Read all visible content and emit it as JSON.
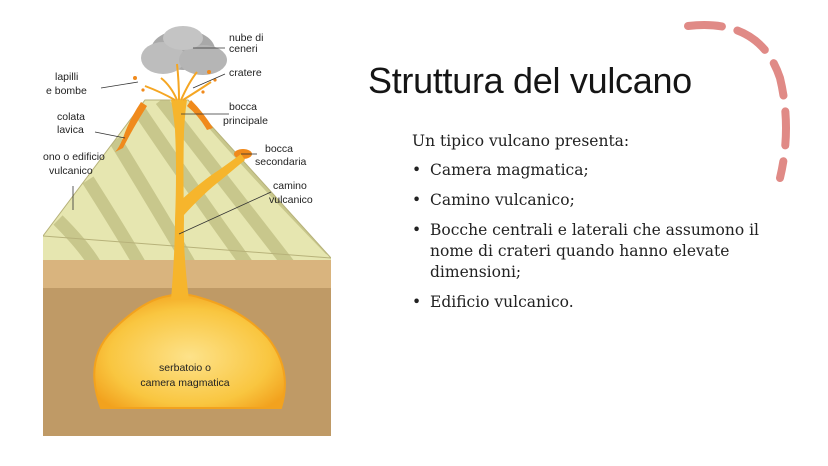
{
  "slide": {
    "title": "Struttura del vulcano",
    "intro": "Un tipico vulcano presenta:",
    "bullets": [
      "Camera magmatica;",
      "Camino vulcanico;",
      "Bocche centrali e laterali che assumono il nome di crateri quando hanno elevate dimensioni;",
      "Edificio vulcanico."
    ]
  },
  "diagram_labels": {
    "nube_1": "nube di",
    "nube_2": "ceneri",
    "cratere": "cratere",
    "lapilli_1": "lapilli",
    "lapilli_2": "e bombe",
    "bocca_principale_1": "bocca",
    "bocca_principale_2": "principale",
    "colata_1": "colata",
    "colata_2": "lavica",
    "bocca_secondaria_1": "bocca",
    "bocca_secondaria_2": "secondaria",
    "edificio_1": "ono o edificio",
    "edificio_2": "vulcanico",
    "camino_1": "camino",
    "camino_2": "vulcanico",
    "serbatoio_1": "serbatoio o",
    "serbatoio_2": "camera magmatica"
  },
  "colors": {
    "accent_arc": "#e08a86",
    "cone_light": "#e8e8b0",
    "cone_stripe": "#c8c888",
    "ground_top": "#d9b47e",
    "ground": "#bf9a66",
    "magma": "#f6b52c",
    "magma_core": "#fbd766"
  }
}
